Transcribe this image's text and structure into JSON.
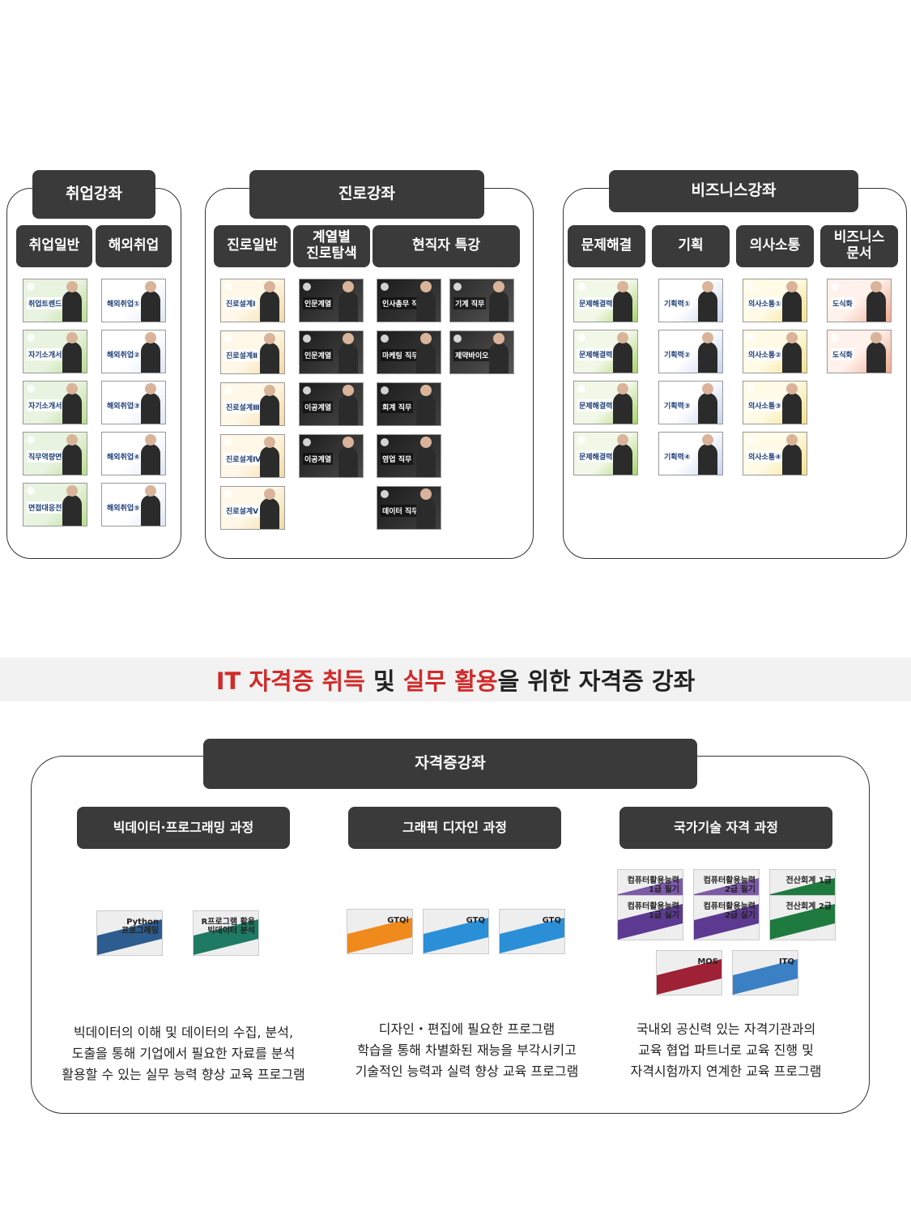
{
  "colors": {
    "accent": "#d12a2a",
    "pill": "#3a3a3a"
  },
  "job": {
    "title": "취업강좌",
    "tabs": [
      "취업일반",
      "해외취업"
    ],
    "col1": [
      "취업트렌드",
      "자기소개서①",
      "자기소개서②",
      "직무역량면접",
      "면접대응전략"
    ],
    "col2": [
      "해외취업①",
      "해외취업②",
      "해외취업③",
      "해외취업④",
      "해외취업⑤"
    ]
  },
  "career": {
    "title": "진로강좌",
    "tabs": [
      "진로일반",
      "계열별\n진로탐색",
      "현직자 특강"
    ],
    "col1": [
      "진로설계Ⅰ",
      "진로설계Ⅱ",
      "진로설계Ⅲ",
      "진로설계Ⅳ",
      "진로설계Ⅴ"
    ],
    "col2": [
      "인문계열",
      "인문계열",
      "이공계열",
      "이공계열"
    ],
    "col3": [
      "인사총무 직무",
      "마케팅 직무",
      "회계 직무",
      "영업 직무",
      "데이터 직무"
    ],
    "col4": [
      "기계 직무",
      "제약바이오 직무"
    ]
  },
  "biz": {
    "title": "비즈니스강좌",
    "tabs": [
      "문제해결",
      "기획",
      "의사소통",
      "비즈니스\n문서"
    ],
    "col1": [
      "문제해결력①",
      "문제해결력②",
      "문제해결력③",
      "문제해결력④"
    ],
    "col2": [
      "기획력①",
      "기획력②",
      "기획력③",
      "기획력④"
    ],
    "col3": [
      "의사소통①",
      "의사소통②",
      "의사소통③",
      "의사소통④"
    ],
    "col4": [
      "도식화",
      "도식화"
    ]
  },
  "banner": {
    "p1": "IT 자격증 취득",
    "p2": " 및 ",
    "p3": "실무 활용",
    "p4": "을 위한 자격증 강좌"
  },
  "cert": {
    "title": "자격증강좌",
    "cats": [
      "빅데이터·프로그래밍 과정",
      "그래픽 디자인 과정",
      "국가기술 자격 과정"
    ],
    "books1": [
      "Python\n프로그래밍",
      "R프로그램 활용\n빅데이터 분석"
    ],
    "books2": [
      "GTQi",
      "GTQ",
      "GTQ"
    ],
    "books3": [
      "컴퓨터활용능력\n1급 필기",
      "컴퓨터활용능력\n2급 필기",
      "전산회계 1급",
      "컴퓨터활용능력\n1급 실기",
      "컴퓨터활용능력\n2급 실기",
      "전산회계 2급",
      "MOS",
      "ITQ"
    ],
    "desc": [
      "빅데이터의 이해 및 데이터의 수집, 분석,\n도출을 통해 기업에서 필요한 자료를 분석\n활용할 수 있는 실무 능력 향상 교육 프로그램",
      "디자인・편집에 필요한 프로그램\n학습을 통해 차별화된 재능을 부각시키고\n기술적인 능력과 실력 향상 교육 프로그램",
      "국내외 공신력 있는 자격기관과의\n교육 협업 파트너로 교육 진행 및\n자격시험까지 연계한 교육 프로그램"
    ]
  }
}
